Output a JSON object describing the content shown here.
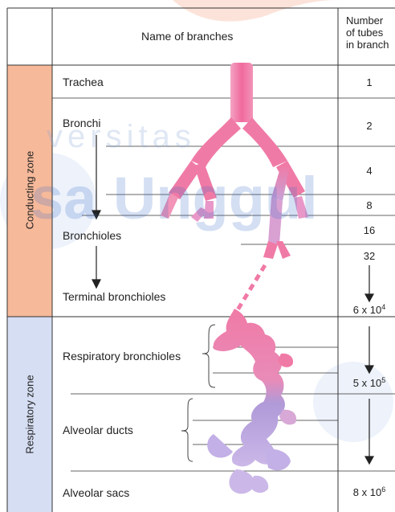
{
  "header": {
    "name_col": "Name of branches",
    "count_col_line1": "Number",
    "count_col_line2": "of tubes",
    "count_col_line3": "in branch"
  },
  "zones": {
    "conducting": "Conducting zone",
    "respiratory": "Respiratory zone"
  },
  "branches": {
    "trachea": "Trachea",
    "bronchi": "Bronchi",
    "bronchioles": "Bronchioles",
    "terminal_bronchioles": "Terminal bronchioles",
    "respiratory_bronchioles": "Respiratory bronchioles",
    "alveolar_ducts": "Alveolar ducts",
    "alveolar_sacs": "Alveolar sacs"
  },
  "counts": {
    "c1": "1",
    "c2": "2",
    "c4": "4",
    "c8": "8",
    "c16": "16",
    "c32": "32",
    "c6e4_base": "6 x 10",
    "c6e4_exp": "4",
    "c5e5_base": "5 x 10",
    "c5e5_exp": "5",
    "c8e6_base": "8 x 10",
    "c8e6_exp": "6"
  },
  "watermark": {
    "line1": "versitas",
    "line2": "sa Unggul"
  },
  "colors": {
    "conducting_band": "#f6b99a",
    "respiratory_band": "#d2dcf2",
    "airway_pink": "#f07aa6",
    "airway_light": "#f7a9c6",
    "alveoli_purple": "#b49ad6",
    "alveoli_light": "#d7c9ee"
  }
}
